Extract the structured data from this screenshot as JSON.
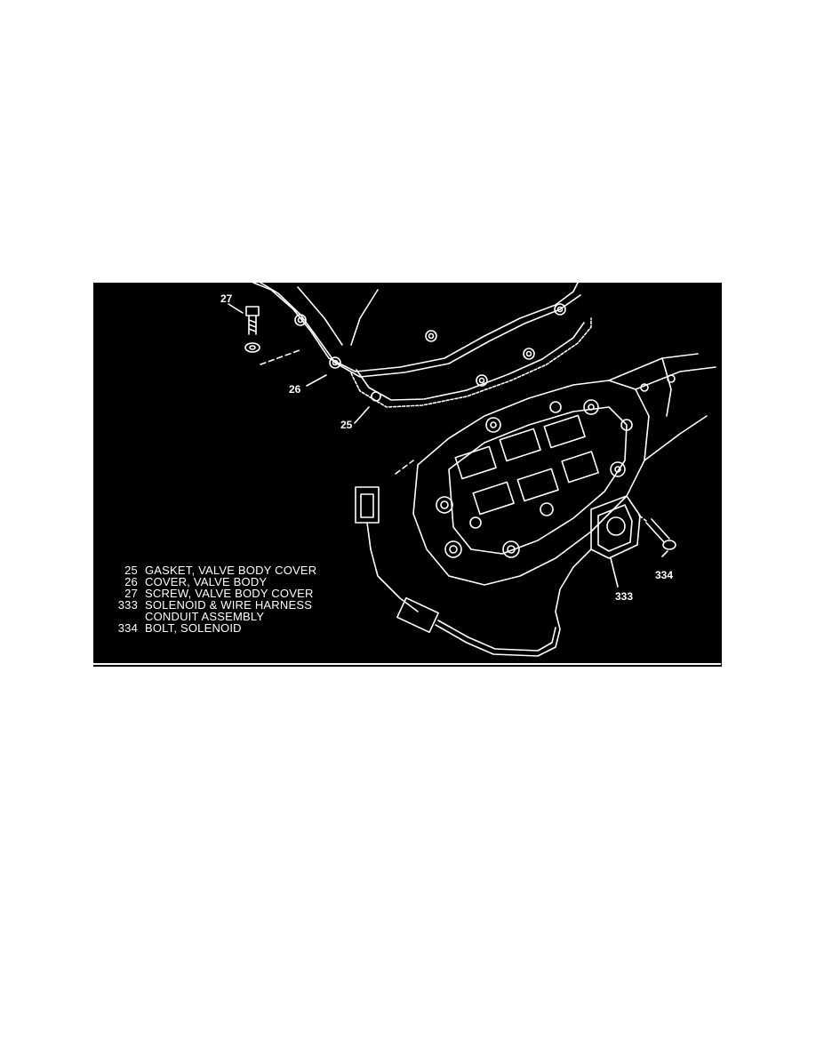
{
  "callouts": {
    "c27": "27",
    "c26": "26",
    "c25": "25",
    "c333": "333",
    "c334": "334"
  },
  "legend": [
    {
      "num": "25",
      "text": "GASKET, VALVE BODY COVER"
    },
    {
      "num": "26",
      "text": "COVER, VALVE BODY"
    },
    {
      "num": "27",
      "text": "SCREW, VALVE BODY COVER"
    },
    {
      "num": "333",
      "text": "SOLENOID & WIRE HARNESS"
    },
    {
      "num": "",
      "text": "CONDUIT ASSEMBLY"
    },
    {
      "num": "334",
      "text": "BOLT, SOLENOID"
    }
  ]
}
